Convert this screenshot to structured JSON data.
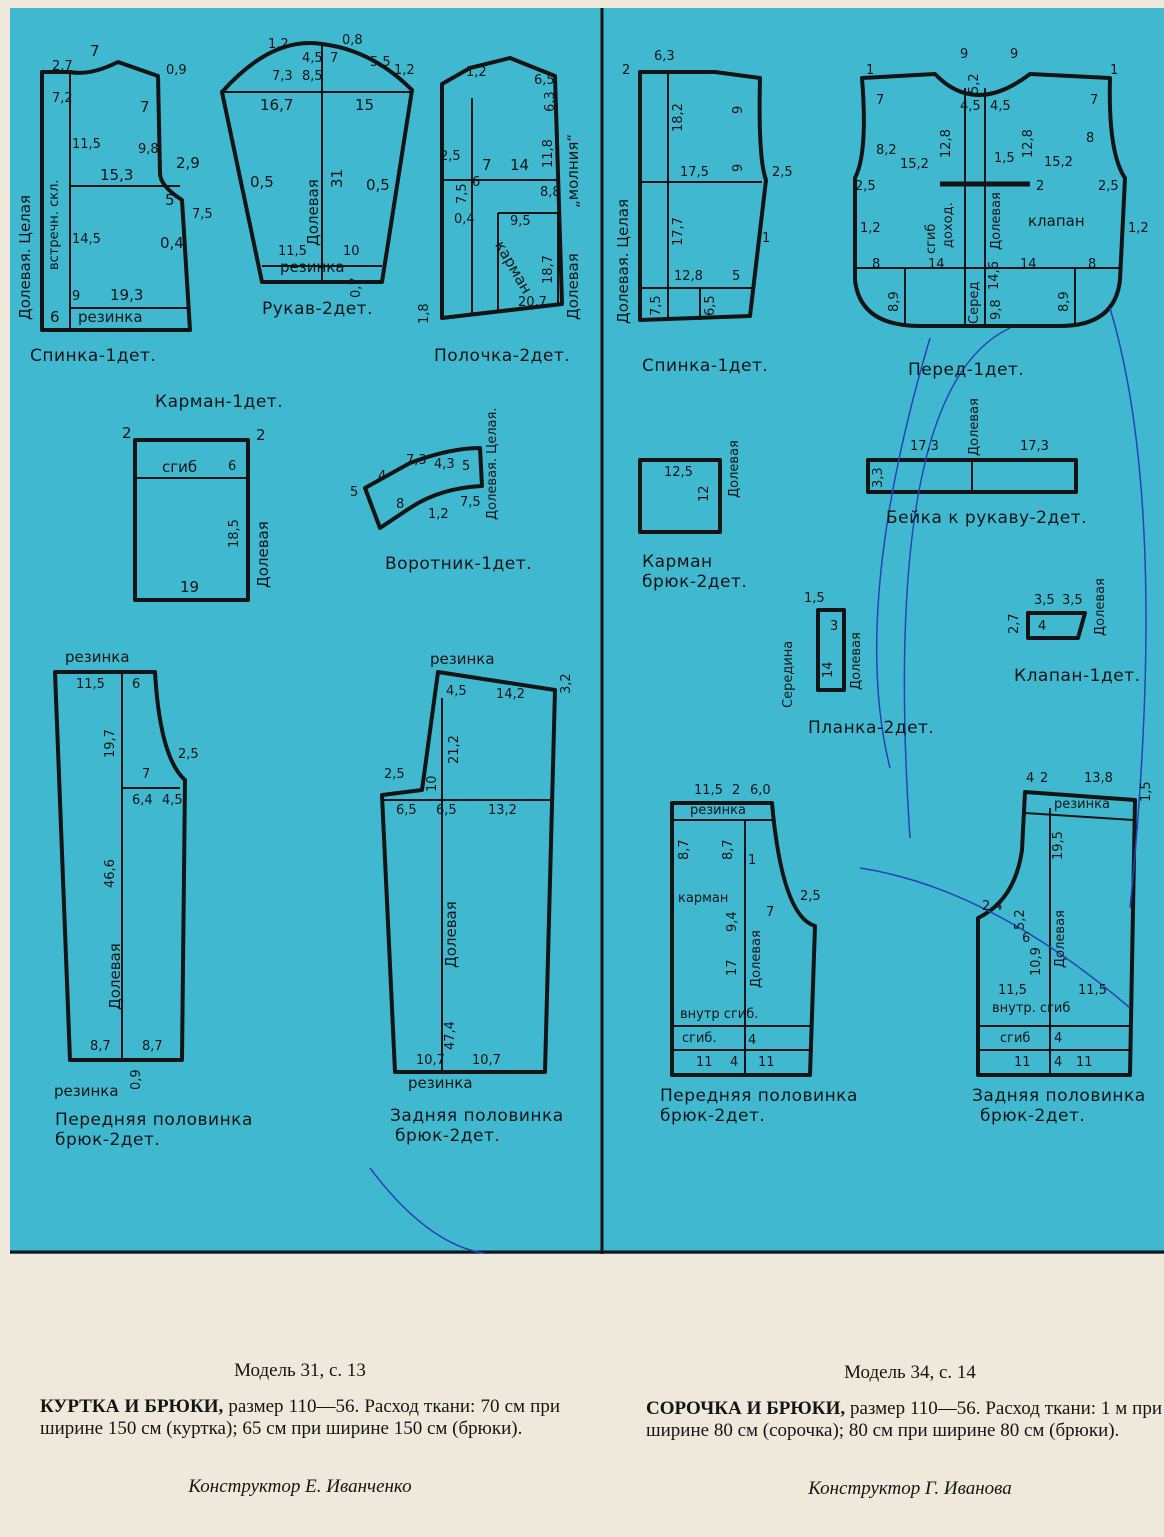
{
  "colors": {
    "sheet": "#40b9d0",
    "paper": "#efe9dc",
    "ink": "#141414",
    "pen": "#2a40b8"
  },
  "left": {
    "back": {
      "title": "Спинка-1дет.",
      "grain": "Долевая. Целая",
      "fold": "встречн. скл.",
      "elastic": "резинка",
      "dims": [
        "7",
        "2,7",
        "0,9",
        "7,2",
        "7",
        "11,5",
        "9,8",
        "15,3",
        "2,9",
        "5",
        "7,5",
        "14,5",
        "0,4",
        "9",
        "19,3",
        "6"
      ]
    },
    "sleeve": {
      "title": "Рукав-2дет.",
      "grain": "Долевая",
      "elastic": "резинка",
      "dims": [
        "1,2",
        "7,3",
        "8,5",
        "4,5",
        "7",
        "0,8",
        "5,5",
        "1,2",
        "16,7",
        "15",
        "0,5",
        "31",
        "0,5",
        "11,5",
        "10",
        "0,7"
      ]
    },
    "front": {
      "title": "Полочка-2дет.",
      "grain": "Долевая",
      "zip": "„молния“",
      "pocket": "карман",
      "dims": [
        "1,2",
        "6,5",
        "6,3",
        "11,8",
        "2,5",
        "7",
        "14",
        "8,8",
        "7,5",
        "6",
        "0,4",
        "9,5",
        "18,7",
        "20,7",
        "1,8"
      ]
    },
    "pocket": {
      "title": "Карман-1дет.",
      "fold": "сгиб",
      "grain": "Долевая",
      "dims": [
        "2",
        "2",
        "6",
        "18,5",
        "19"
      ]
    },
    "collar": {
      "title": "Воротник-1дет.",
      "grain": "Долевая. Целая.",
      "dims": [
        "4",
        "5",
        "7,3",
        "4,3",
        "5",
        "8",
        "1,2",
        "7,5"
      ]
    },
    "trousers_front": {
      "title": "Передняя половинка",
      "subtitle": "брюк-2дет.",
      "grain": "Долевая",
      "elastic_top": "резинка",
      "elastic_bottom": "резинка",
      "dims": [
        "11,5",
        "6",
        "19,7",
        "2,5",
        "7",
        "6,4",
        "4,5",
        "46,6",
        "8,7",
        "8,7",
        "0,9"
      ]
    },
    "trousers_back": {
      "title": "Задняя половинка",
      "subtitle": "брюк-2дет.",
      "grain": "Долевая",
      "elastic_top": "резинка",
      "elastic_bottom": "резинка",
      "dims": [
        "3,2",
        "4,5",
        "14,2",
        "21,2",
        "2,5",
        "10",
        "6,5",
        "6,5",
        "13,2",
        "47,4",
        "10,7",
        "10,7"
      ]
    }
  },
  "right": {
    "back": {
      "title": "Спинка-1дет.",
      "grain": "Долевая. Целая",
      "dims": [
        "2",
        "6,3",
        "18,2",
        "9",
        "17,5",
        "9",
        "2,5",
        "17,7",
        "1",
        "12,8",
        "5",
        "7,5",
        "6,5"
      ]
    },
    "front": {
      "title": "Перед-1дет.",
      "grain": "Долевая",
      "middle": "Серед",
      "fold": "сгиб",
      "fold2": "доход.",
      "flap": "клапан",
      "dims": [
        "9",
        "9",
        "1",
        "1",
        "5,2",
        "7",
        "4,5",
        "4,5",
        "7",
        "12,8",
        "12,8",
        "8,2",
        "15,2",
        "1,5",
        "15,2",
        "8",
        "2,5",
        "2",
        "2,5",
        "1,2",
        "1,2",
        "8",
        "14",
        "14,6",
        "14",
        "8",
        "8,9",
        "9,8",
        "8,9"
      ]
    },
    "binding": {
      "title": "Бейка к рукаву-2дет.",
      "grain": "Долевая",
      "dims": [
        "17,3",
        "17,3",
        "3,3"
      ]
    },
    "pocket": {
      "title": "Карман",
      "subtitle": "брюк-2дет.",
      "grain": "Долевая",
      "dims": [
        "12,5",
        "12"
      ]
    },
    "placket": {
      "title": "Планка-2дет.",
      "middle": "Середина",
      "grain": "Долевая",
      "dims": [
        "1,5",
        "3",
        "14"
      ]
    },
    "flap": {
      "title": "Клапан-1дет.",
      "grain": "Долевая",
      "dims": [
        "2,7",
        "3,5",
        "3,5",
        "4"
      ]
    },
    "trousers_front": {
      "title": "Передняя половинка",
      "subtitle": "брюк-2дет.",
      "grain": "Долевая",
      "elastic": "резинка",
      "pocket": "карман",
      "inner_fold": "внутр сгиб.",
      "fold": "сгиб.",
      "dims": [
        "11,5",
        "2",
        "6,0",
        "8,7",
        "8,7",
        "1",
        "2,5",
        "9,4",
        "7",
        "17",
        "4",
        "11",
        "4",
        "11"
      ]
    },
    "trousers_back": {
      "title": "Задняя половинка",
      "subtitle": "брюк-2дет.",
      "grain": "Долевая",
      "elastic": "резинка",
      "inner_fold": "внутр. сгиб",
      "fold": "сгиб",
      "dims": [
        "4",
        "2",
        "13,8",
        "1,5",
        "19,5",
        "2,4",
        "5,2",
        "6",
        "10,9",
        "11,5",
        "11,5",
        "4",
        "11",
        "4",
        "11"
      ]
    }
  },
  "captions": {
    "left": {
      "model": "Модель 31, с. 13",
      "name": "КУРТКА И БРЮКИ,",
      "body": "размер 110—56. Расход ткани: 70 см при ширине 150 см (куртка); 65 см при ширине 150 см (брюки).",
      "designer": "Конструктор Е. Иванченко"
    },
    "right": {
      "model": "Модель 34, с. 14",
      "name": "СОРОЧКА И БРЮКИ,",
      "body": "размер 110—56. Расход ткани: 1 м при ширине 80 см (сорочка); 80 см при ширине 80 см (брюки).",
      "designer": "Конструктор Г. Иванова"
    }
  }
}
